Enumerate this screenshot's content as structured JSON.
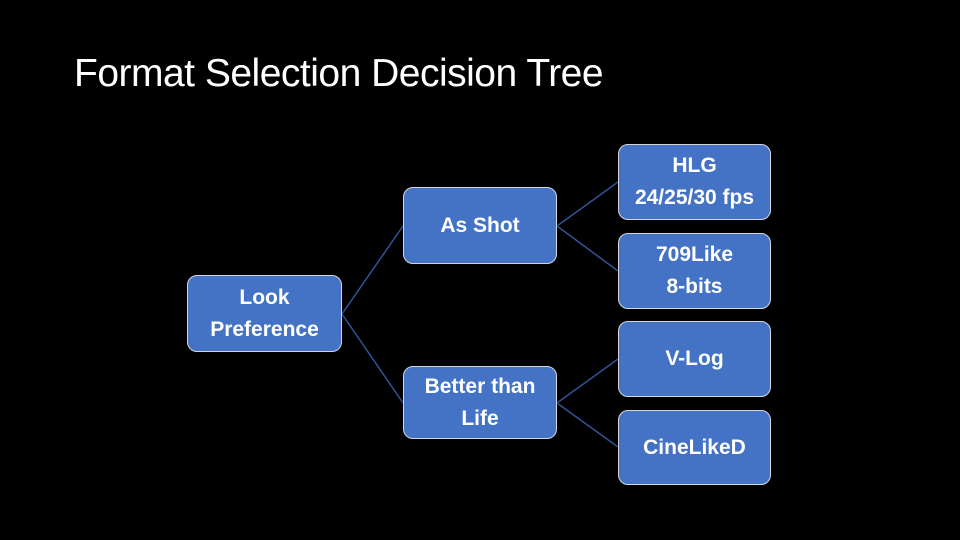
{
  "slide": {
    "title": "Format Selection Decision Tree"
  },
  "tree": {
    "root": {
      "id": "look-preference",
      "lines": [
        "Look",
        "Preference"
      ]
    },
    "branches": [
      {
        "id": "as-shot",
        "parent": "look-preference",
        "lines": [
          "As Shot"
        ]
      },
      {
        "id": "better-than-life",
        "parent": "look-preference",
        "lines": [
          "Better than",
          "Life"
        ]
      }
    ],
    "leaves": [
      {
        "id": "hlg",
        "parent": "as-shot",
        "lines": [
          "HLG",
          "24/25/30 fps"
        ]
      },
      {
        "id": "709like",
        "parent": "as-shot",
        "lines": [
          "709Like",
          "8-bits"
        ]
      },
      {
        "id": "v-log",
        "parent": "better-than-life",
        "lines": [
          "V-Log"
        ]
      },
      {
        "id": "cineliked",
        "parent": "better-than-life",
        "lines": [
          "CineLikeD"
        ]
      }
    ]
  },
  "colors": {
    "background": "#000000",
    "node_fill": "#4472C4",
    "node_border": "#D3D7DD",
    "connector": "#2F5597",
    "text": "#FFFFFF"
  }
}
